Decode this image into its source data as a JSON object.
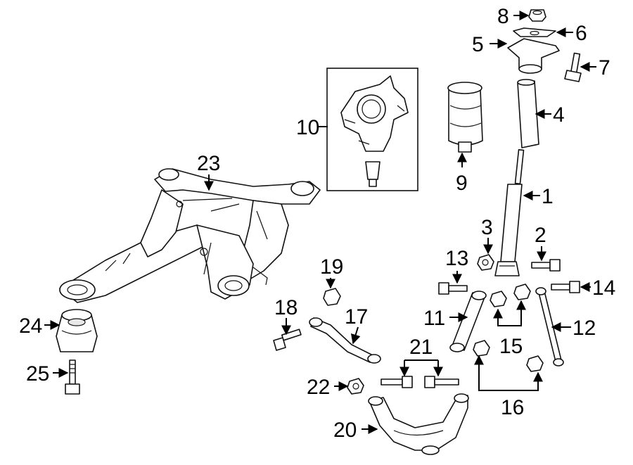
{
  "callouts": [
    "1",
    "2",
    "3",
    "4",
    "5",
    "6",
    "7",
    "8",
    "9",
    "10",
    "11",
    "12",
    "13",
    "14",
    "15",
    "16",
    "17",
    "18",
    "19",
    "20",
    "21",
    "22",
    "23",
    "24",
    "25"
  ]
}
